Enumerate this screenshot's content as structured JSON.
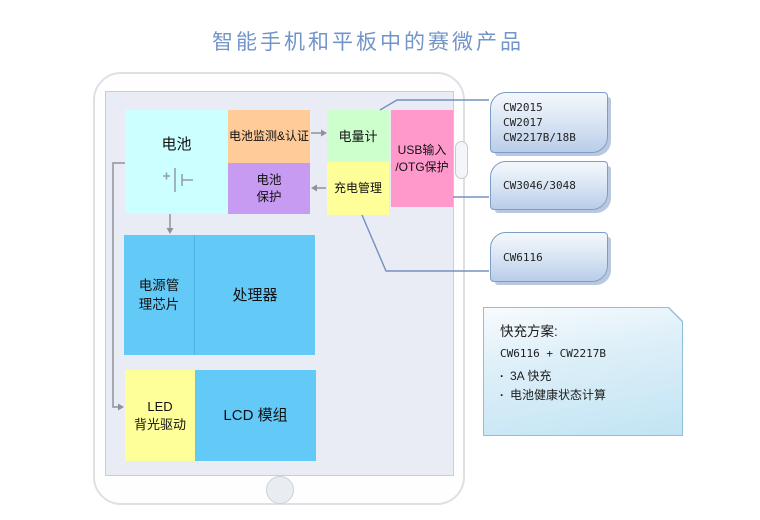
{
  "title": "智能手机和平板中的赛微产品",
  "blocks": {
    "battery": {
      "label": "电池"
    },
    "battery_monitor": {
      "label": "电池监测&认证"
    },
    "battery_protection": {
      "line1": "电池",
      "line2": "保护"
    },
    "fuel_gauge": {
      "label": "电量计"
    },
    "charge_mgmt": {
      "label": "充电管理"
    },
    "usb_otg": {
      "line1": "USB输入",
      "line2": "/OTG保护"
    },
    "pmic": {
      "line1": "电源管",
      "line2": "理芯片"
    },
    "processor": {
      "label": "处理器"
    },
    "led_backlight": {
      "line1": "LED",
      "line2": "背光驱动"
    },
    "lcd_module": {
      "label": "LCD 模组"
    }
  },
  "callouts": [
    {
      "lines": [
        "CW2015",
        "CW2017",
        "CW2217B/18B"
      ]
    },
    {
      "lines": [
        "CW3046/3048"
      ]
    },
    {
      "lines": [
        "CW6116"
      ]
    }
  ],
  "fastcharge": {
    "heading": "快充方案:",
    "combo": "CW6116 + CW2217B",
    "bullet_char": "·",
    "bullets": [
      "3A 快充",
      "电池健康状态计算"
    ]
  },
  "colors": {
    "title_text": "#7394C9",
    "battery_block": "#CCFFFF",
    "monitor_block": "#FFCC99",
    "protection_block": "#C79BF2",
    "gauge_block": "#CCFFCC",
    "charge_block": "#FFFF99",
    "usb_block": "#FF99CC",
    "blue_block": "#63C9F7",
    "led_block": "#FFFF99",
    "connector_blue": "#7590BE",
    "arrow_gray": "#8F9399",
    "callout_border": "#7D9CC8",
    "screen_bg": "#E9ECF4"
  }
}
